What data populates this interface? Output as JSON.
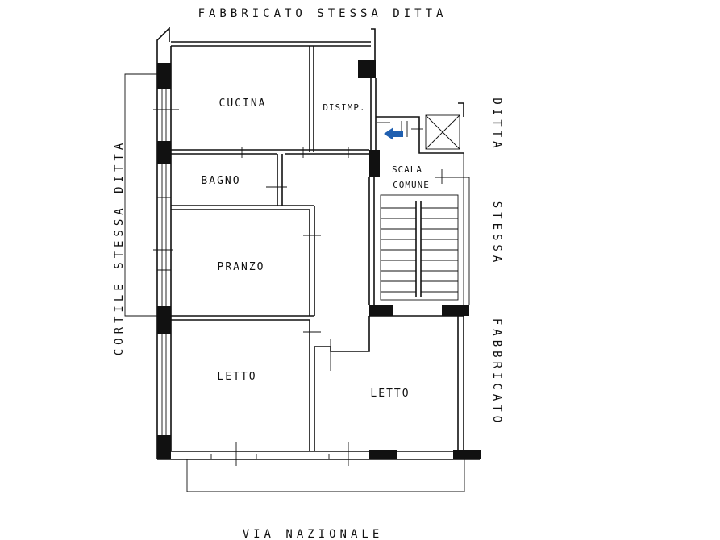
{
  "edges": {
    "top": "FABBRICATO STESSA DITTA",
    "bottom": "VIA NAZIONALE",
    "left": "CORTILE STESSA DITTA",
    "right_top": "DITTA",
    "right_mid": "STESSA",
    "right_bottom": "FABBRICATO"
  },
  "rooms": {
    "cucina": "CUCINA",
    "disimp": "DISIMP.",
    "bagno": "BAGNO",
    "pranzo": "PRANZO",
    "letto_left": "LETTO",
    "letto_right": "LETTO",
    "scala_line1": "SCALA",
    "scala_line2": "COMUNE"
  },
  "colors": {
    "entrance_arrow": "#1f5fb0",
    "line": "#111111"
  },
  "icons": {
    "entrance": "arrow-left-icon"
  }
}
